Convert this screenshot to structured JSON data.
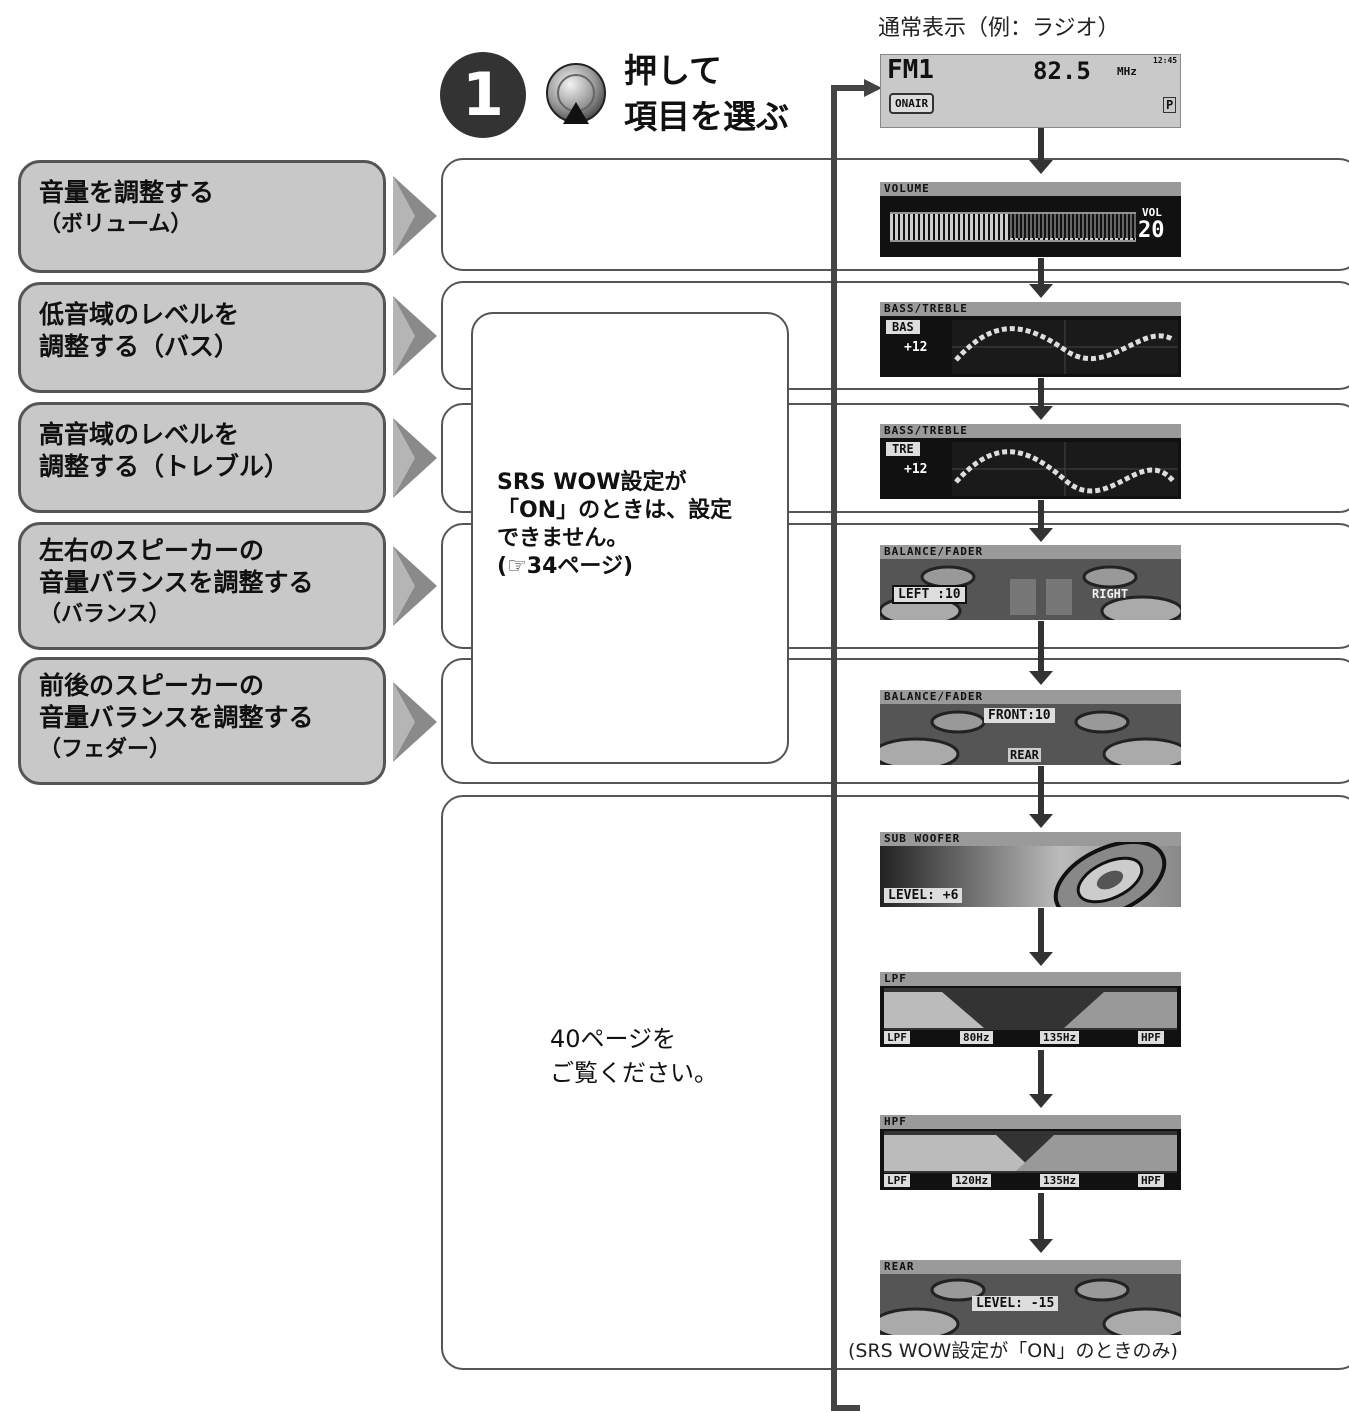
{
  "header": {
    "normal_display_label": "通常表示（例：ラジオ）",
    "step_number": "1",
    "step_line1": "押して",
    "step_line2": "項目を選ぶ"
  },
  "items": [
    {
      "line1": "音量を調整する",
      "line2": "（ボリューム）",
      "line3": ""
    },
    {
      "line1": "低音域のレベルを",
      "line2": "調整する（バス）",
      "line3": ""
    },
    {
      "line1": "高音域のレベルを",
      "line2": "調整する（トレブル）",
      "line3": ""
    },
    {
      "line1": "左右のスピーカーの",
      "line2": "音量バランスを調整する",
      "line3": "（バランス）"
    },
    {
      "line1": "前後のスピーカーの",
      "line2": "音量バランスを調整する",
      "line3": "（フェダー）"
    }
  ],
  "note": {
    "line1": "SRS WOW設定が",
    "line2": "「ON」のときは、設定",
    "line3": "できません。",
    "line4": "(☞34ページ)"
  },
  "see_page": {
    "line1": "40ページを",
    "line2": "ご覧ください。"
  },
  "footnote": "(SRS WOW設定が「ON」のときのみ)",
  "screens": {
    "radio": {
      "band": "FM1",
      "freq": "82.5",
      "unit": "MHz",
      "clock": "12:45",
      "onair": "ONAIR",
      "preset": "P"
    },
    "volume": {
      "title": "VOLUME",
      "vol_label": "VOL",
      "vol_value": "20"
    },
    "bass": {
      "title": "BASS/TREBLE",
      "tag": "BAS",
      "value": "+12"
    },
    "treble": {
      "title": "BASS/TREBLE",
      "tag": "TRE",
      "value": "+12"
    },
    "balance": {
      "title": "BALANCE/FADER",
      "left": "LEFT :10",
      "right": "RIGHT"
    },
    "fader": {
      "title": "BALANCE/FADER",
      "front": "FRONT:10",
      "rear": "REAR"
    },
    "subwoofer": {
      "title": "SUB WOOFER",
      "level": "LEVEL: +6"
    },
    "lpf": {
      "title": "LPF",
      "lpf": "LPF",
      "lpf_freq": "80Hz",
      "hpf_freq": "135Hz",
      "hpf": "HPF"
    },
    "hpf": {
      "title": "HPF",
      "lpf": "LPF",
      "lpf_freq": "120Hz",
      "hpf_freq": "135Hz",
      "hpf": "HPF"
    },
    "rear": {
      "title": "REAR",
      "level": "LEVEL: -15"
    }
  }
}
